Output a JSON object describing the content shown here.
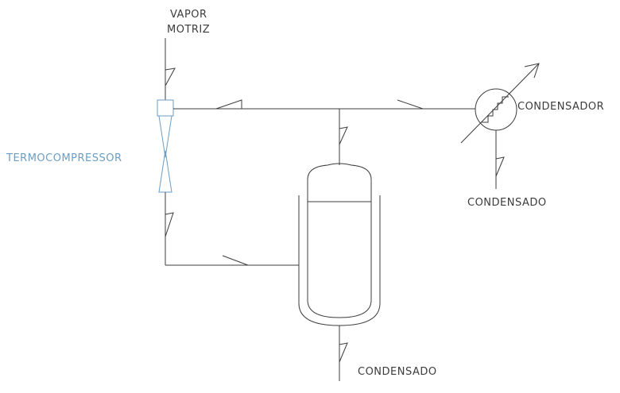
{
  "labels": {
    "vapor_line1": "VAPOR",
    "vapor_line2": "MOTRIZ",
    "termocompressor": "TERMOCOMPRESSOR",
    "condensador": "CONDENSADOR",
    "condensado_top": "CONDENSADO",
    "condensado_bottom": "CONDENSADO"
  },
  "colors": {
    "line": "#3c3c3c",
    "accent": "#6a9ec4",
    "text": "#3c3c3c"
  }
}
